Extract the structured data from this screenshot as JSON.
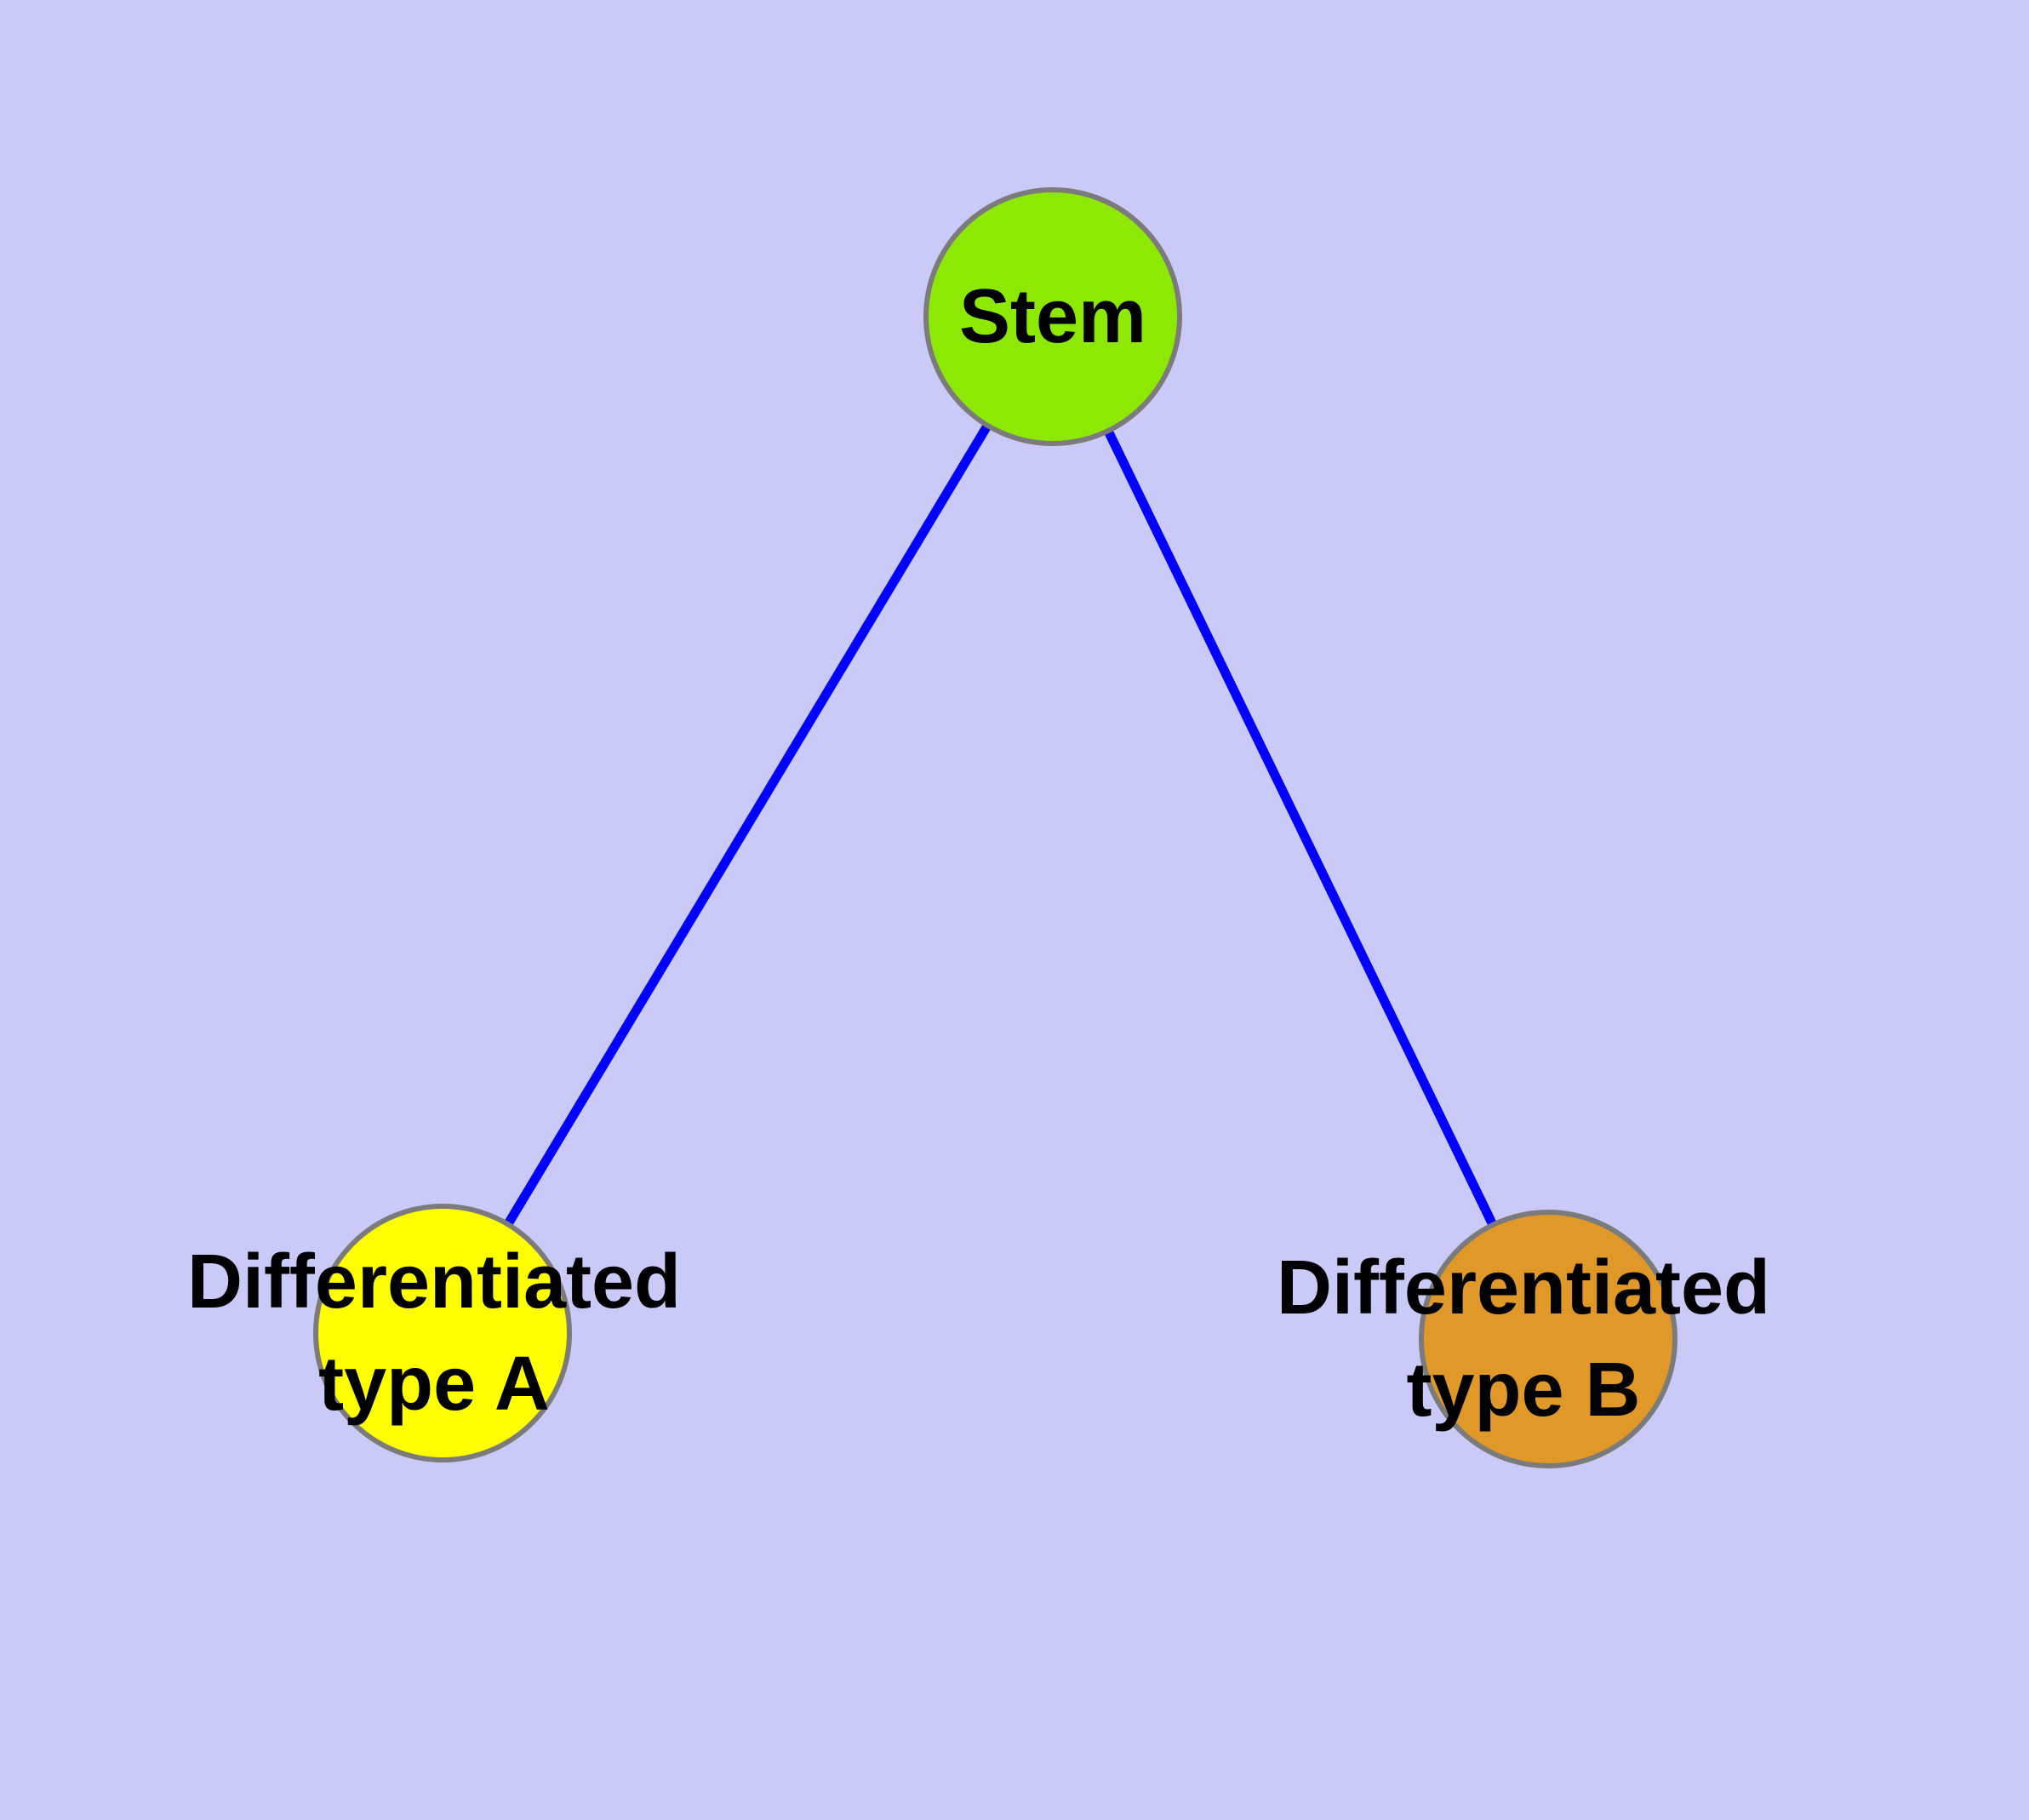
{
  "diagram": {
    "background_color": "#CACAF8",
    "edge_color": "#0000FF",
    "node_border_color": "#7B7B7B",
    "label_color": "#000000",
    "nodes": {
      "stem": {
        "label": "Stem",
        "color": "#8DE904"
      },
      "type_a": {
        "label_line1": "Differentiated",
        "label_line2": "type A",
        "color": "#FFFF00"
      },
      "type_b": {
        "label_line1": "Differentiated",
        "label_line2": "type B",
        "color": "#E09928"
      }
    },
    "edges": [
      {
        "from": "Stem",
        "to": "Differentiated type A"
      },
      {
        "from": "Stem",
        "to": "Differentiated type B"
      }
    ]
  }
}
